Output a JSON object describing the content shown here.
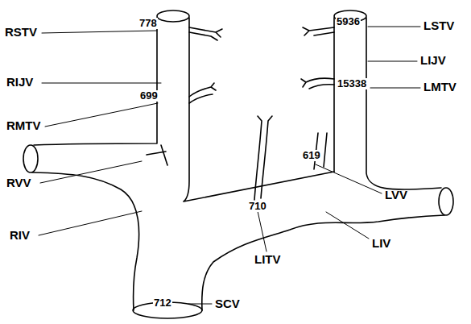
{
  "diagram": {
    "labels": [
      "RSTV",
      "778",
      "5936",
      "LSTV",
      "LIJV",
      "RIJV",
      "699",
      "15338",
      "LMTV",
      "RMTV",
      "619",
      "RVV",
      "LVV",
      "710",
      "RIV",
      "LIV",
      "LITV",
      "712",
      "SCV"
    ]
  }
}
